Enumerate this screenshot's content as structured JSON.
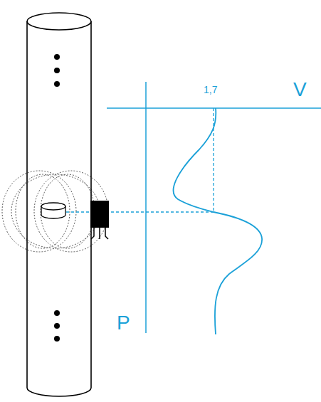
{
  "diagram": {
    "labels": [
      "1,7",
      "V",
      "P"
    ]
  }
}
